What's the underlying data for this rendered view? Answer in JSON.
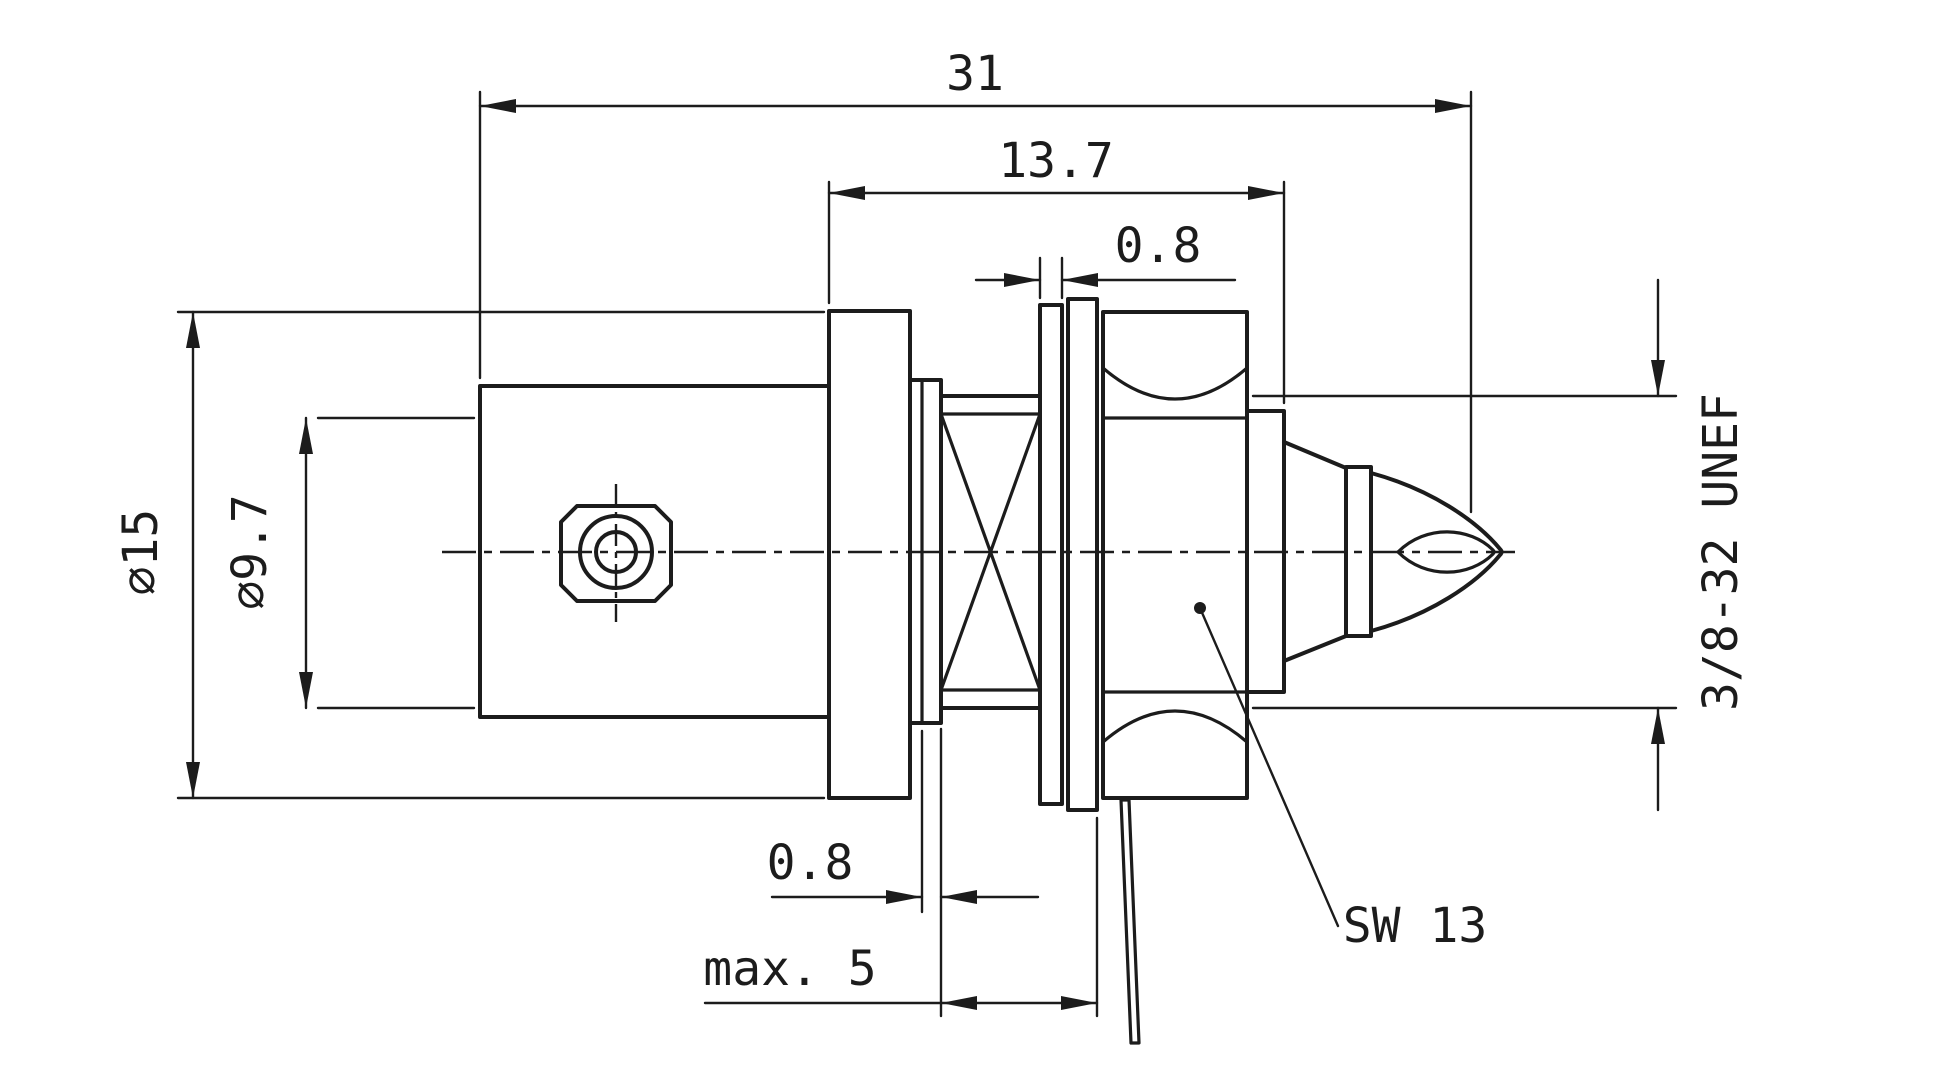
{
  "colors": {
    "line": "#1c1c1c",
    "background": "#ffffff"
  },
  "dimensions": {
    "overall_length": "31",
    "thread_length": "13.7",
    "washer_front": "0.8",
    "flange_diameter": "⌀15",
    "body_diameter": "⌀9.7",
    "thread_spec": "3/8-32 UNEF",
    "washer_rear": "0.8",
    "panel_max": "max. 5",
    "wrench": "SW 13"
  }
}
